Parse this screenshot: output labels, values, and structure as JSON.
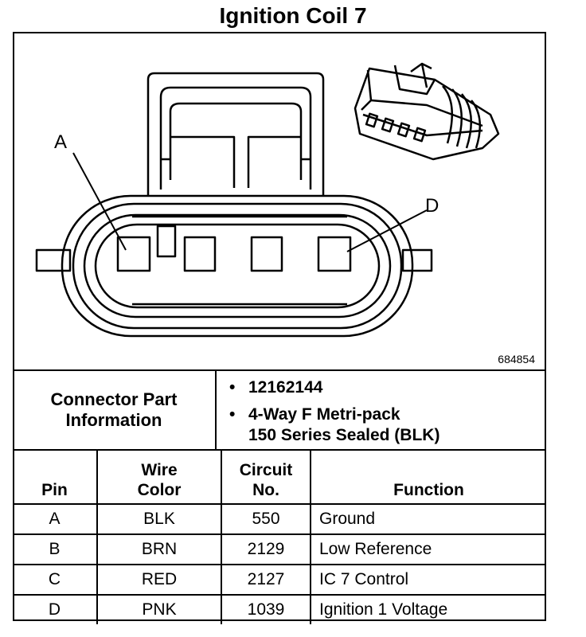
{
  "title": "Ignition Coil 7",
  "diagram": {
    "figure_number": "684854",
    "callouts": [
      "A",
      "D"
    ]
  },
  "connector_info": {
    "label_lines": [
      "Connector Part",
      "Information"
    ],
    "items": [
      {
        "lines": [
          "12162144"
        ]
      },
      {
        "lines": [
          "4-Way F Metri-pack",
          "150 Series Sealed (BLK)"
        ]
      }
    ]
  },
  "pin_table": {
    "headers": {
      "pin": [
        "Pin"
      ],
      "wire_color": [
        "Wire",
        "Color"
      ],
      "circuit": [
        "Circuit",
        "No."
      ],
      "function": [
        "Function"
      ]
    },
    "rows": [
      {
        "pin": "A",
        "wire_color": "BLK",
        "circuit": "550",
        "function": "Ground"
      },
      {
        "pin": "B",
        "wire_color": "BRN",
        "circuit": "2129",
        "function": "Low Reference"
      },
      {
        "pin": "C",
        "wire_color": "RED",
        "circuit": "2127",
        "function": "IC 7 Control"
      },
      {
        "pin": "D",
        "wire_color": "PNK",
        "circuit": "1039",
        "function": "Ignition 1 Voltage"
      }
    ]
  }
}
